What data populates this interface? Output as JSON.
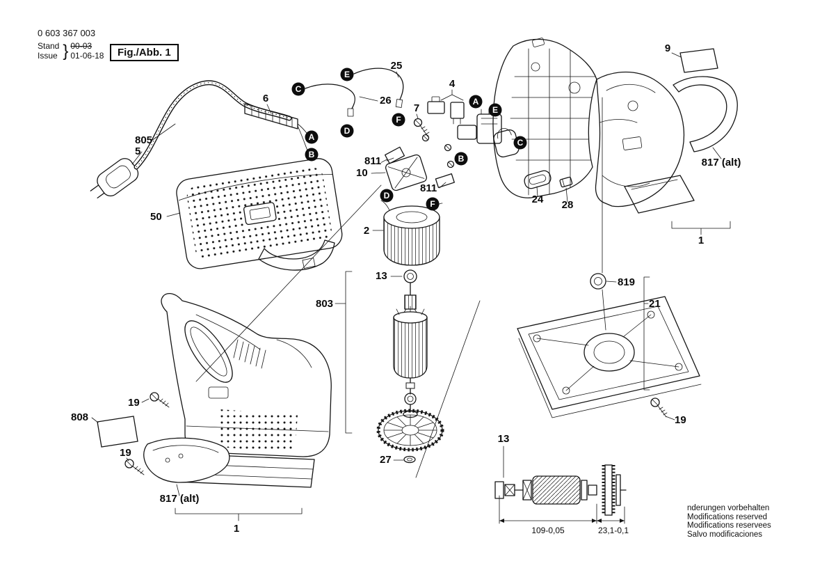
{
  "header": {
    "part_number": "0 603 367 003",
    "stand_label": "Stand",
    "stand_value": "00-03",
    "issue_label": "Issue",
    "issue_value": "01-06-18",
    "brace": "}",
    "figure_label": "Fig./Abb. 1"
  },
  "footer": {
    "line1": "nderungen vorbehalten",
    "line2": "Modifications reserved",
    "line3": "Modifications reservees",
    "line4": "Salvo modificaciones"
  },
  "part_labels": [
    {
      "text": "805"
    },
    {
      "text": "5"
    },
    {
      "text": "6"
    },
    {
      "text": "25"
    },
    {
      "text": "26"
    },
    {
      "text": "7"
    },
    {
      "text": "4"
    },
    {
      "text": "811"
    },
    {
      "text": "10"
    },
    {
      "text": "811"
    },
    {
      "text": "2"
    },
    {
      "text": "13"
    },
    {
      "text": "803"
    },
    {
      "text": "50"
    },
    {
      "text": "24"
    },
    {
      "text": "28"
    },
    {
      "text": "9"
    },
    {
      "text": "817 (alt)"
    },
    {
      "text": "1"
    },
    {
      "text": "819"
    },
    {
      "text": "21"
    },
    {
      "text": "19"
    },
    {
      "text": "808"
    },
    {
      "text": "19"
    },
    {
      "text": "817 (alt)"
    },
    {
      "text": "1"
    },
    {
      "text": "27"
    },
    {
      "text": "13"
    },
    {
      "text": "19"
    }
  ],
  "badges": [
    {
      "letter": "E"
    },
    {
      "letter": "C"
    },
    {
      "letter": "A"
    },
    {
      "letter": "B"
    },
    {
      "letter": "D"
    },
    {
      "letter": "F"
    },
    {
      "letter": "A"
    },
    {
      "letter": "E"
    },
    {
      "letter": "C"
    },
    {
      "letter": "B"
    },
    {
      "letter": "D"
    },
    {
      "letter": "F"
    }
  ],
  "dimensions": {
    "length_total": "109-0,05",
    "length_gear": "23,1-0,1"
  }
}
